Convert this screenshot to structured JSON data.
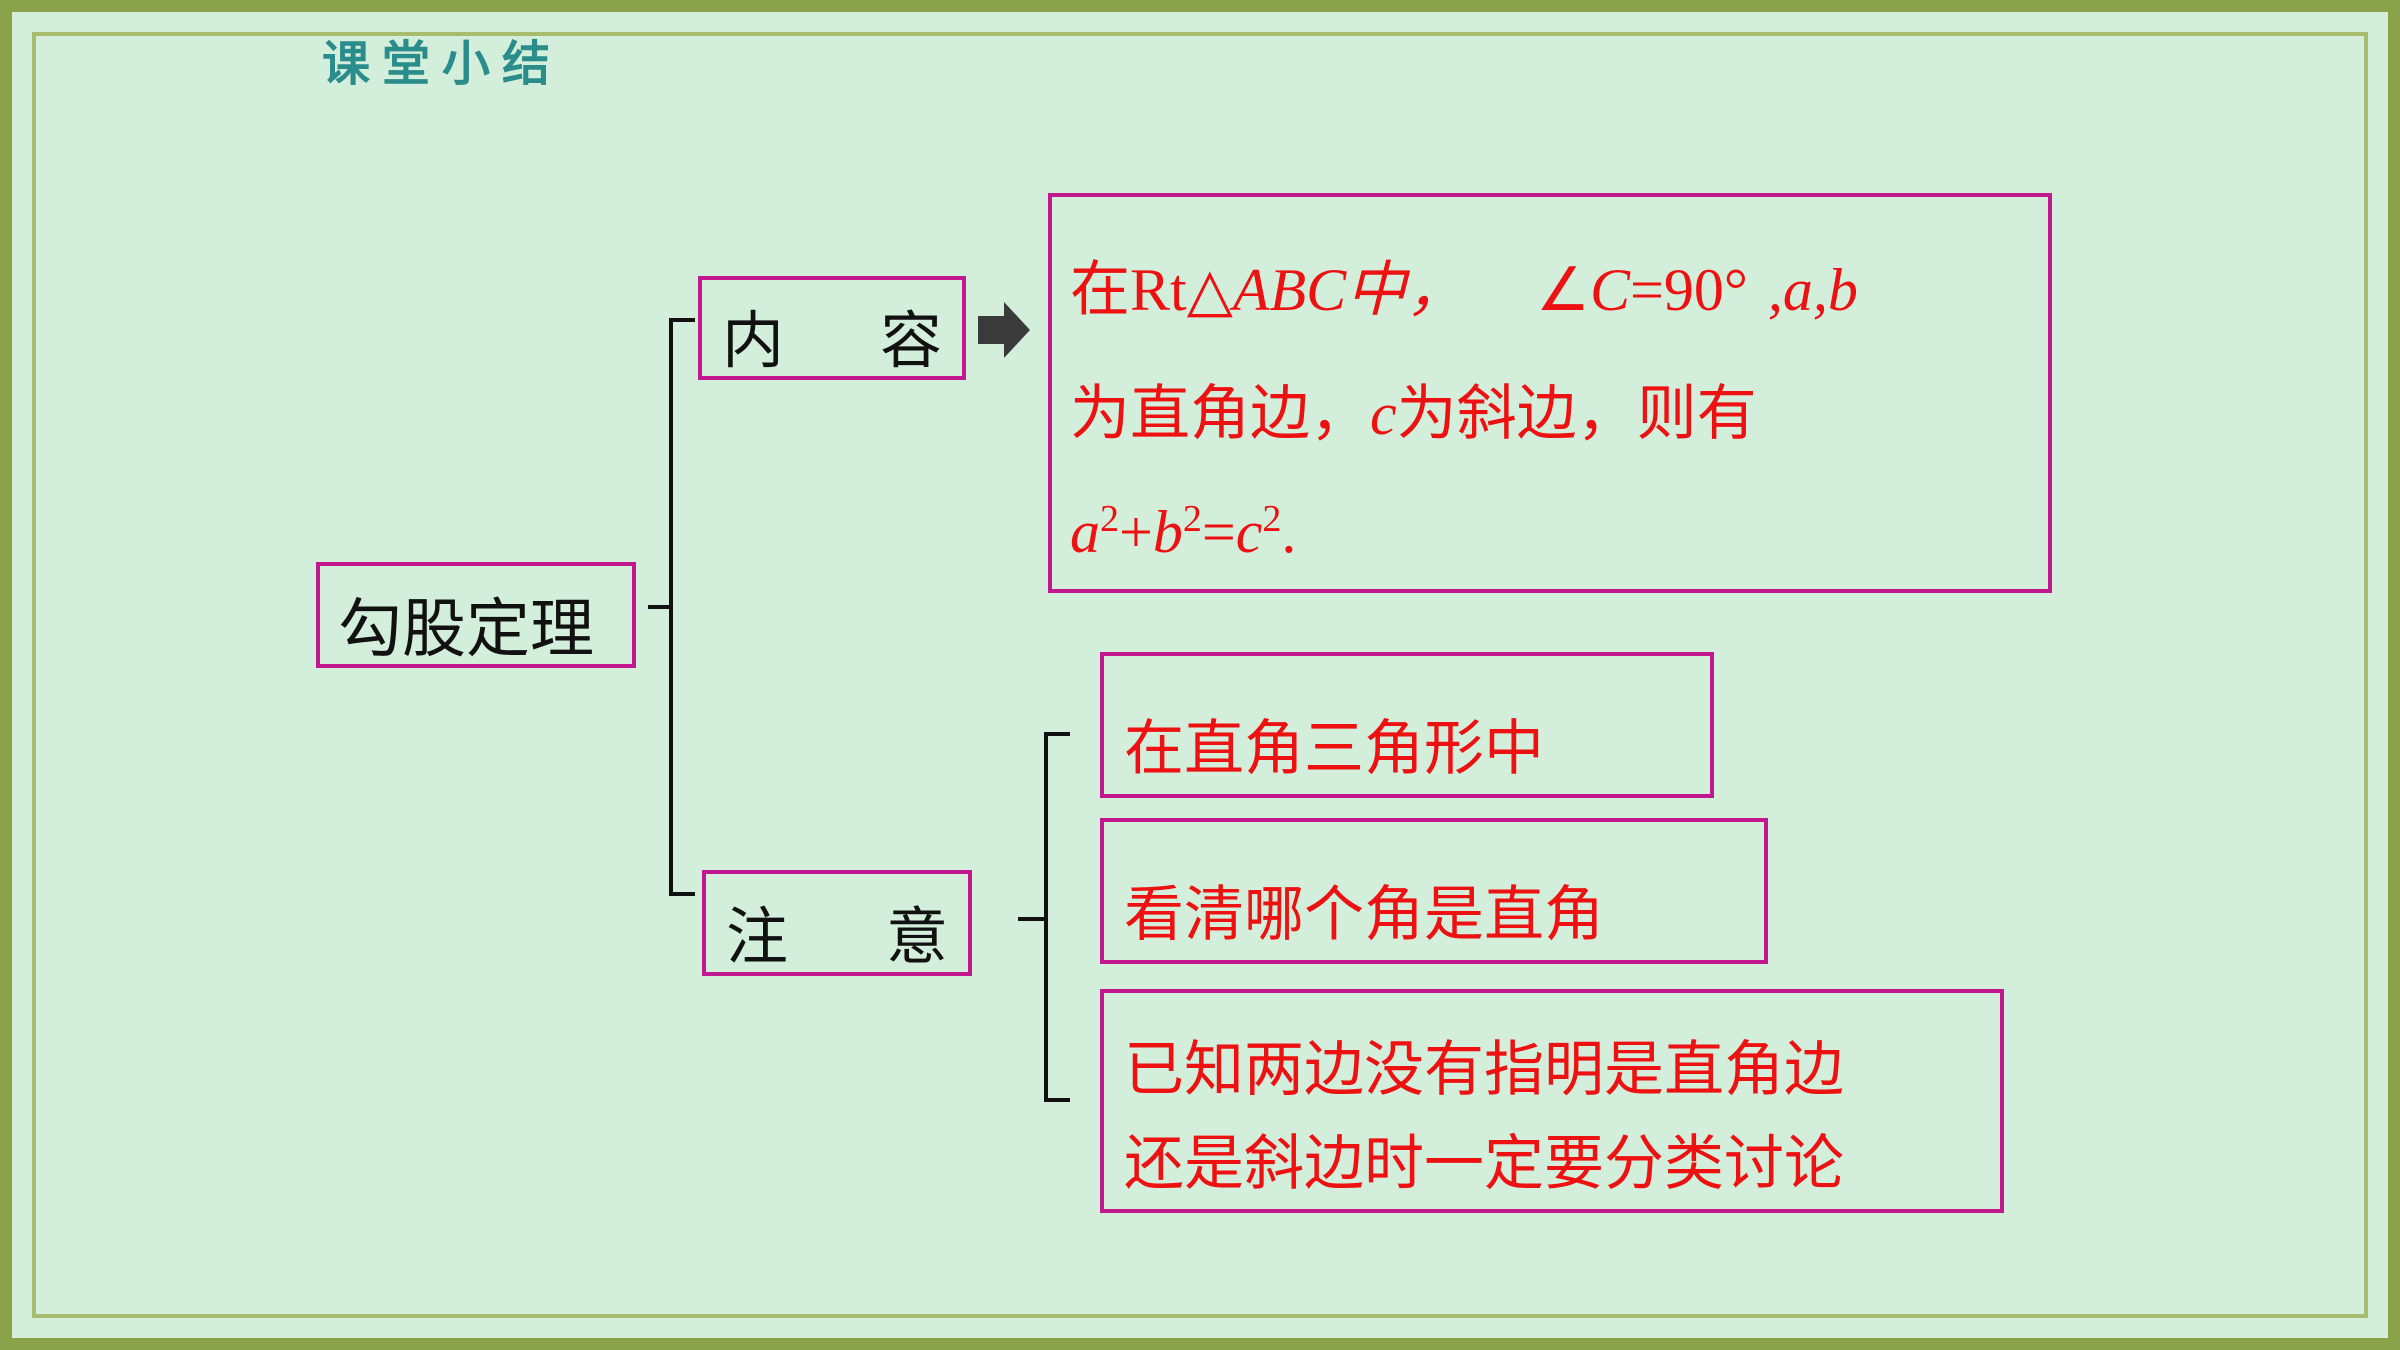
{
  "header": {
    "title": "课堂小结"
  },
  "root": {
    "label": "勾股定理"
  },
  "branches": {
    "content": {
      "label_char1": "内",
      "label_char2": "容"
    },
    "note": {
      "label_char1": "注",
      "label_char2": "意"
    }
  },
  "content_box": {
    "line1_prefix": "在Rt△",
    "line1_abc": "ABC",
    "line1_mid": "中，",
    "line1_angle": "∠",
    "line1_c": "C",
    "line1_eq": "=90°",
    "line1_ab": ",a,b",
    "line2_prefix": "为直角边，",
    "line2_c": "c",
    "line2_suffix": "为斜边，则有",
    "formula_a": "a",
    "formula_sup1": "2",
    "formula_plus": "+",
    "formula_b": "b",
    "formula_sup2": "2",
    "formula_eq": "=",
    "formula_c": "c",
    "formula_sup3": "2",
    "formula_end": "."
  },
  "notes": [
    {
      "text": "在直角三角形中"
    },
    {
      "text": "看清哪个角是直角"
    },
    {
      "line1": "已知两边没有指明是直角边",
      "line2": "还是斜边时一定要分类讨论"
    }
  ],
  "colors": {
    "accent_border": "#c2188f",
    "text_red": "#ee1111",
    "background": "#d3eedb",
    "frame": "#8aa34a"
  }
}
